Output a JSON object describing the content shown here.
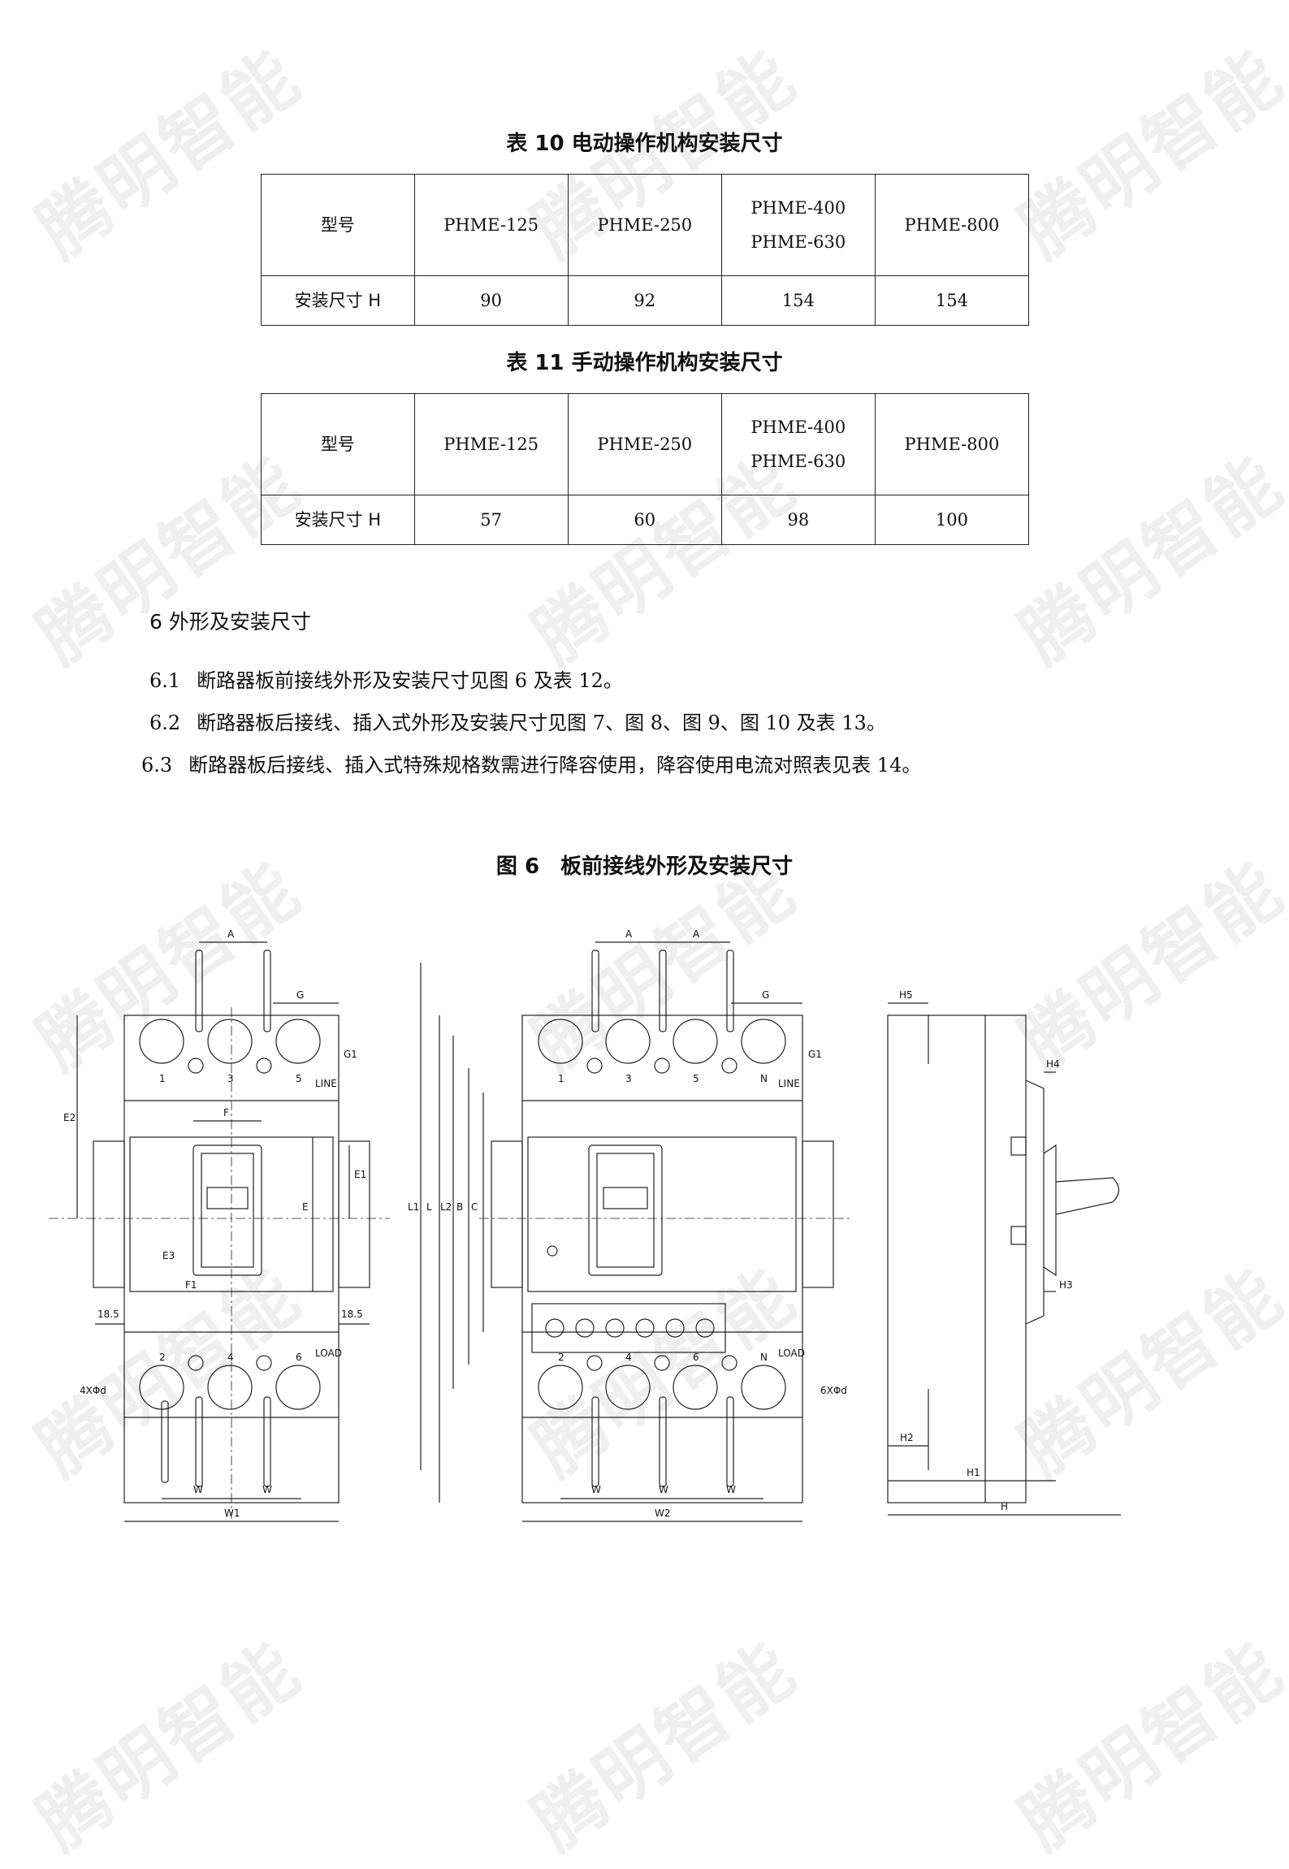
{
  "watermark": "腾明智能",
  "table10": {
    "caption": "表 10 电动操作机构安装尺寸",
    "header": [
      "型号",
      "PHME-125",
      "PHME-250",
      "PHME-400",
      "PHME-630",
      "PHME-800"
    ],
    "row_label": "安装尺寸 H",
    "values": [
      "90",
      "92",
      "154",
      "154"
    ]
  },
  "table11": {
    "caption": "表 11 手动操作机构安装尺寸",
    "header": [
      "型号",
      "PHME-125",
      "PHME-250",
      "PHME-400",
      "PHME-630",
      "PHME-800"
    ],
    "row_label": "安装尺寸 H",
    "values": [
      "57",
      "60",
      "98",
      "100"
    ]
  },
  "section6": {
    "title": "6 外形及安装尺寸",
    "items": [
      {
        "num": "6.1",
        "text": "断路器板前接线外形及安装尺寸见图 6 及表 12。"
      },
      {
        "num": "6.2",
        "text": "断路器板后接线、插入式外形及安装尺寸见图 7、图 8、图 9、图 10 及表 13。"
      },
      {
        "num": "6.3",
        "text": "断路器板后接线、插入式特殊规格数需进行降容使用，降容使用电流对照表见表 14。"
      }
    ]
  },
  "figure6": {
    "caption": "图 6　板前接线外形及安装尺寸",
    "labels": {
      "A": "A",
      "G": "G",
      "G1": "G1",
      "E2": "E2",
      "F": "F",
      "E1": "E1",
      "E": "E",
      "E3": "E3",
      "F1": "F1",
      "side_margin": "18.5",
      "hole3": "4XΦd",
      "hole4": "6XΦd",
      "W": "W",
      "W1": "W1",
      "W2": "W2",
      "L1": "L1",
      "L": "L",
      "L2": "L2",
      "B": "B",
      "C": "C",
      "H5": "H5",
      "H4": "H4",
      "H3": "H3",
      "H2": "H2",
      "H1": "H1",
      "H": "H",
      "line": "LINE",
      "load": "LOAD",
      "top3": [
        "1",
        "3",
        "5"
      ],
      "bot3": [
        "2",
        "4",
        "6"
      ],
      "top4": [
        "1",
        "3",
        "5",
        "N"
      ],
      "bot4": [
        "2",
        "4",
        "6",
        "N"
      ]
    }
  }
}
